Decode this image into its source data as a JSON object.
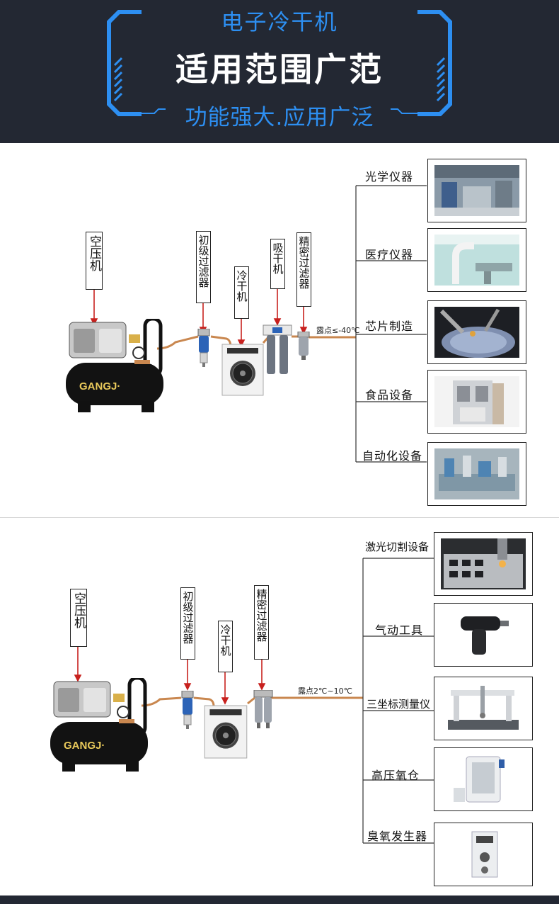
{
  "header": {
    "top_title": "电子冷干机",
    "main_title": "适用范围广范",
    "subtitle": "功能强大.应用广泛"
  },
  "section1": {
    "labels": {
      "compressor": "空压机",
      "primary_filter": "初级过滤器",
      "dryer": "冷干机",
      "adsorption_dryer": "吸干机",
      "precision_filter": "精密过滤器"
    },
    "dew_point": "露点≤-40℃",
    "brand": "GANGJ·",
    "applications": [
      {
        "label": "光学仪器",
        "image": "optical-lab"
      },
      {
        "label": "医疗仪器",
        "image": "medical-room"
      },
      {
        "label": "芯片制造",
        "image": "chip-wafer"
      },
      {
        "label": "食品设备",
        "image": "food-machine"
      },
      {
        "label": "自动化设备",
        "image": "automation-line"
      }
    ]
  },
  "section2": {
    "labels": {
      "compressor": "空压机",
      "primary_filter": "初级过滤器",
      "dryer": "冷干机",
      "precision_filter": "精密过滤器"
    },
    "dew_point": "露点2℃~10℃",
    "brand": "GANGJ·",
    "applications": [
      {
        "label": "激光切割设备",
        "image": "laser-cutting"
      },
      {
        "label": "气动工具",
        "image": "pneumatic-wrench"
      },
      {
        "label": "三坐标测量仪",
        "image": "cmm-machine"
      },
      {
        "label": "高压氧仓",
        "image": "oxygen-chamber"
      },
      {
        "label": "臭氧发生器",
        "image": "ozone-generator"
      }
    ]
  },
  "colors": {
    "banner_bg": "#232833",
    "accent_blue": "#2d8ff2",
    "arrow_red": "#c8211e",
    "pipe_copper": "#c9874f"
  }
}
